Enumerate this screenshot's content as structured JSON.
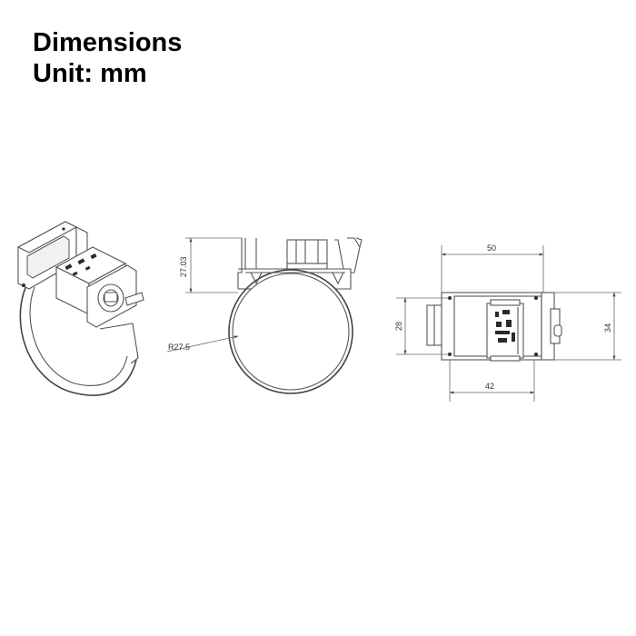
{
  "title": {
    "line1": "Dimensions",
    "line2": "Unit: mm"
  },
  "dimensions": {
    "height_top": "27.03",
    "radius": "R27.5",
    "width_overall": "50",
    "width_base": "42",
    "height_left": "28",
    "height_right": "34"
  },
  "colors": {
    "line": "#555555",
    "background": "#ffffff",
    "text": "#000000"
  }
}
